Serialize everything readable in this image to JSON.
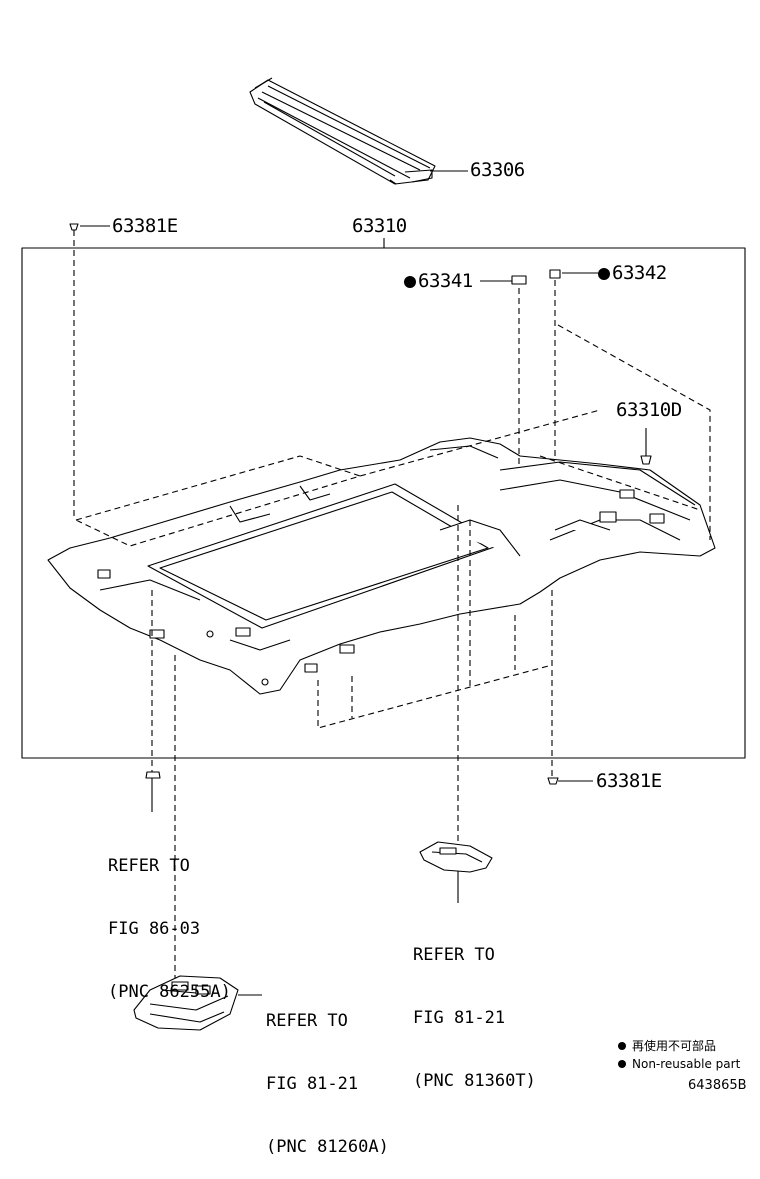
{
  "parts": {
    "sunshade": "63306",
    "headliner": "63310",
    "clip_left": "63381E",
    "clip_right": "63381E",
    "plug_a": "63341",
    "plug_b": "63342",
    "clip_d": "63310D"
  },
  "references": {
    "ref_86_03": {
      "line1": "REFER TO",
      "line2": "FIG 86-03",
      "line3": "(PNC 86255A)"
    },
    "ref_81_21_t": {
      "line1": "REFER TO",
      "line2": "FIG 81-21",
      "line3": "(PNC 81360T)"
    },
    "ref_81_21_a": {
      "line1": "REFER TO",
      "line2": "FIG 81-21",
      "line3": "(PNC 81260A)"
    }
  },
  "legend": {
    "jp": "再使用不可部品",
    "en": "Non-reusable part"
  },
  "figure_id": "643865B"
}
